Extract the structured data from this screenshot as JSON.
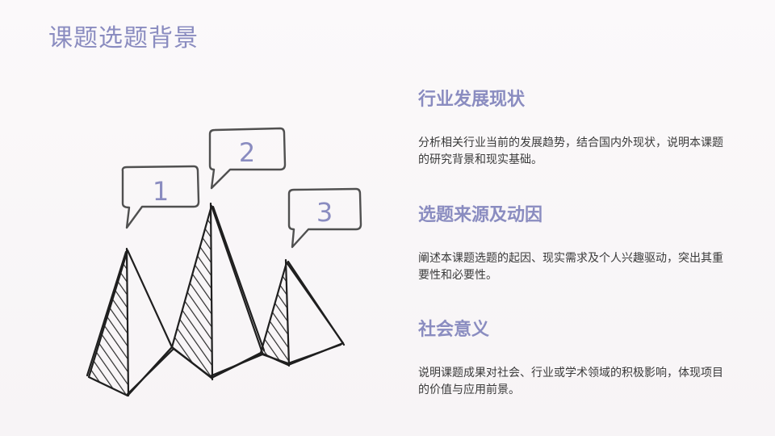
{
  "page": {
    "title": "课题选题背景"
  },
  "illustration": {
    "icon": "sketch-mountains-with-speech-bubbles-icon",
    "bubbles": [
      "1",
      "2",
      "3"
    ],
    "stroke_color": "#2b2b2b",
    "accent_color": "#8a8cc0"
  },
  "sections": [
    {
      "heading": "行业发展现状",
      "description": "分析相关行业当前的发展趋势，结合国内外现状，说明本课题的研究背景和现实基础。"
    },
    {
      "heading": "选题来源及动因",
      "description": "阐述本课题选题的起因、现实需求及个人兴趣驱动，突出其重要性和必要性。"
    },
    {
      "heading": "社会意义",
      "description": "说明课题成果对社会、行业或学术领域的积极影响，体现项目的价值与应用前景。"
    }
  ]
}
